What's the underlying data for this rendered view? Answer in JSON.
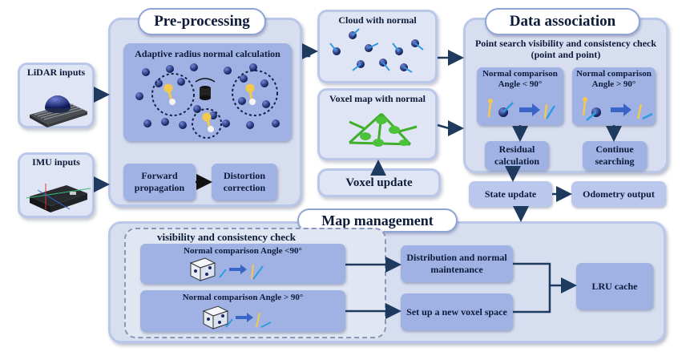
{
  "inputs": {
    "lidar": "LiDAR inputs",
    "imu": "IMU inputs"
  },
  "preprocessing": {
    "title": "Pre-processing",
    "adaptive": "Adaptive radius normal calculation",
    "forward": "Forward propagation",
    "distortion": "Distortion correction"
  },
  "center": {
    "cloud": "Cloud with normal",
    "voxel_map": "Voxel map with normal",
    "voxel_update": "Voxel update"
  },
  "association": {
    "title": "Data association",
    "check_line1": "Point search visibility and consistency check",
    "check_line2": "(point and point)",
    "left_line1": "Normal comparison",
    "left_line2": "Angle < 90°",
    "right_line1": "Normal comparison",
    "right_line2": "Angle > 90°",
    "residual": "Residual calculation",
    "continue": "Continue searching",
    "state_update": "State update",
    "odometry": "Odometry output"
  },
  "map": {
    "title": "Map management",
    "check": "visibility and consistency check",
    "row1": "Normal comparison Angle <90°",
    "row2": "Normal comparison Angle > 90°",
    "distribution": "Distribution and normal maintenance",
    "new_voxel": "Set up a new voxel space",
    "lru": "LRU cache"
  },
  "colors": {
    "panel_bg": "#d7def0",
    "box_bg": "#9fb2e3",
    "arrow": "#1e3a5f",
    "normal_arrow": "#2f9be0",
    "yellow": "#f2c94c",
    "green": "#3fae2a"
  }
}
